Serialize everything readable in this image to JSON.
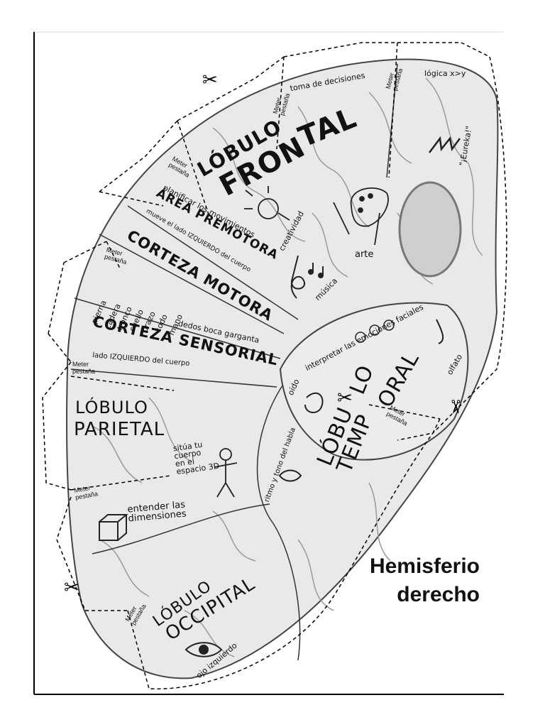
{
  "title": {
    "line1": "Hemisferio",
    "line2": "derecho"
  },
  "tab_label": {
    "line1": "Meter",
    "line2": "pestaña"
  },
  "frontal": {
    "word1": "LÓBULO",
    "word2": "FRON",
    "word3": "TAL",
    "decision": "toma de decisiones",
    "logic": "lógica x>y",
    "eureka": "\"¡Eureka!\"",
    "creativity": "creatividad",
    "art": "arte",
    "music": "música"
  },
  "premotor": {
    "line1": "planificar los movimientos",
    "name": "ÁREA PREMOTORA"
  },
  "motor": {
    "sub": "mueve el lado IZQUIERDO del cuerpo",
    "name": "CORTEZA MOTORA"
  },
  "sensory": {
    "parts": [
      "pierna",
      "cadera",
      "tronco",
      "cuello",
      "brazo",
      "codo",
      "mano"
    ],
    "face": "dedos  boca  garganta",
    "name": "CORTEZA SENSORIAL",
    "sub": "lado IZQUIERDO del cuerpo"
  },
  "parietal": {
    "word1": "LÓBULO",
    "word2": "PARIETAL",
    "locate_l1": "sitúa tu",
    "locate_l2": "cuerpo",
    "locate_l3": "en el",
    "locate_l4": "espacio 3D",
    "dims_l1": "entender las",
    "dims_l2": "dimensiones"
  },
  "temporal": {
    "word1": "LÓBU",
    "word2": "LO",
    "word3": "TEMP",
    "word4": "ORAL",
    "emotions": "interpretar las emociones faciales",
    "smell": "olfato",
    "ear": "oído",
    "rhythm": "ritmo y tono del habla"
  },
  "occipital": {
    "word1": "LÓBULO",
    "word2": "OCCIPITAL",
    "eye": "ojo izquierdo"
  },
  "icons": [
    "scissors-icon",
    "lightbulb-icon",
    "palette-icon",
    "treble-clef-icon",
    "lightning-icon",
    "cube-icon",
    "stick-figure-icon",
    "eye-icon",
    "ear-icon",
    "lips-icon",
    "nose-icon",
    "faces-icon"
  ]
}
